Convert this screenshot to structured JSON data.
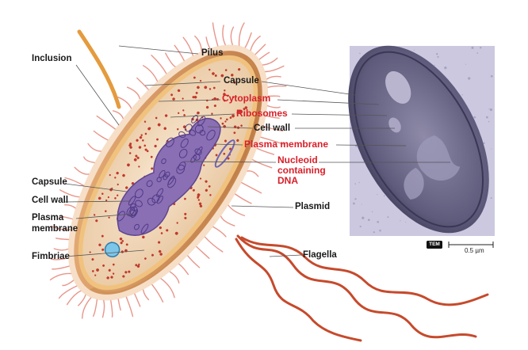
{
  "labels": {
    "pilus": "Pilus",
    "capsule_top": "Capsule",
    "cytoplasm": "Cytoplasm",
    "ribosomes": "Ribosomes",
    "cell_wall_right": "Cell wall",
    "plasma_membrane_right": "Plasma membrane",
    "nucleoid_1": "Nucleoid",
    "nucleoid_2": "containing",
    "nucleoid_3": "DNA",
    "plasmid": "Plasmid",
    "flagella": "Flagella",
    "inclusion": "Inclusion",
    "capsule_left": "Capsule",
    "cell_wall_left": "Cell wall",
    "plasma_membrane_left_1": "Plasma",
    "plasma_membrane_left_2": "membrane",
    "fimbriae": "Fimbriae"
  },
  "micrograph": {
    "badge": "TEM",
    "scale": "0.5 µm"
  },
  "colors": {
    "highlight_label": "#d8202a",
    "label": "#1a1a1a",
    "capsule": "#f4d3b4",
    "cell_wall": "#e0a66f",
    "cytoplasm": "#f2dcc0",
    "ribosome": "#c0392b",
    "nucleoid": "#7b5ea7",
    "flagella": "#c64a2c",
    "tem_background": "#c9c6de",
    "tem_cell": "#5e5a78"
  }
}
